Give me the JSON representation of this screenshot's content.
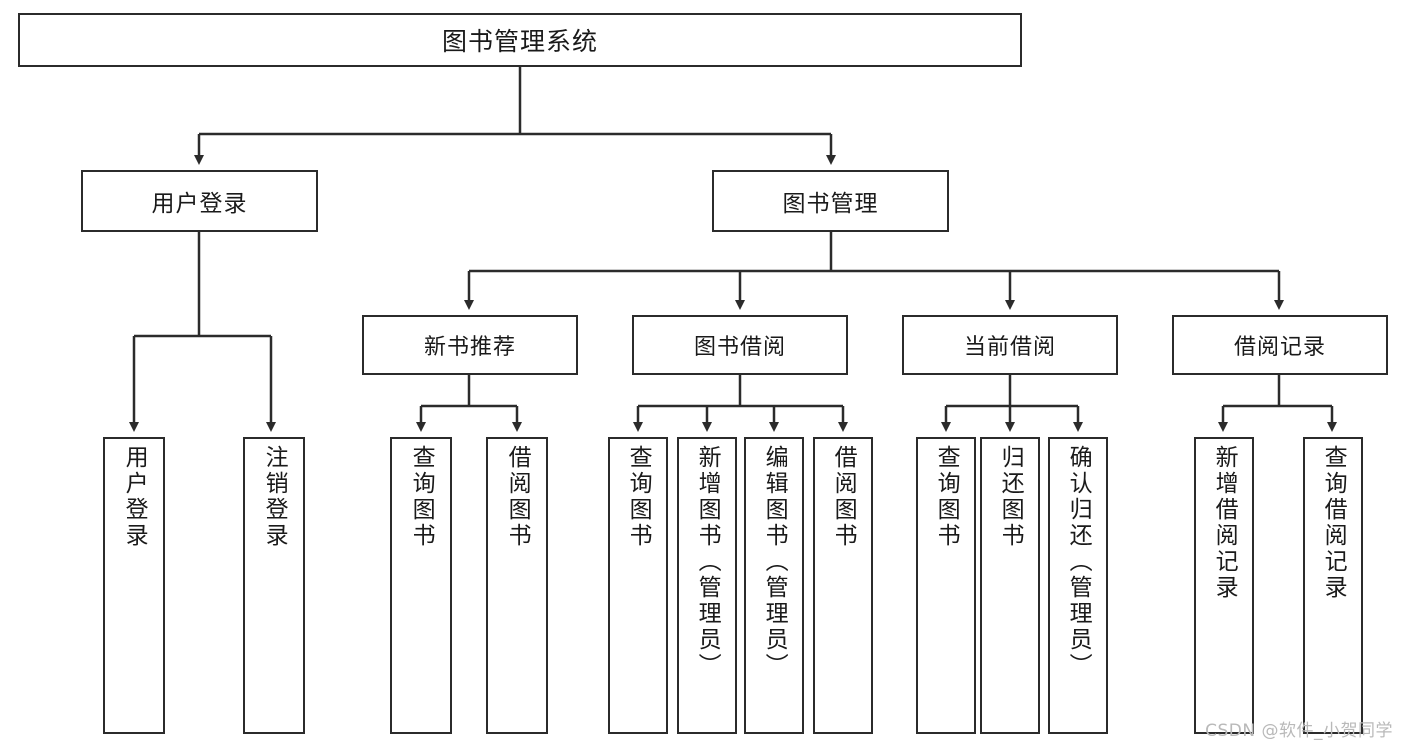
{
  "diagram": {
    "title": "图书管理系统",
    "watermark": "CSDN @软件_小贺同学",
    "stroke_color": "#2b2b2b",
    "background_color": "#ffffff",
    "text_color": "#1a1a1a",
    "watermark_color": "#b9b9b9"
  },
  "nodes": {
    "root": {
      "label": "图书管理系统"
    },
    "level1": [
      {
        "label": "用户登录"
      },
      {
        "label": "图书管理"
      }
    ],
    "level2": [
      {
        "label": "新书推荐"
      },
      {
        "label": "图书借阅"
      },
      {
        "label": "当前借阅"
      },
      {
        "label": "借阅记录"
      }
    ],
    "leaves_user_login": [
      {
        "label": "用户登录"
      },
      {
        "label": "注销登录"
      }
    ],
    "leaves_new_book": [
      {
        "label": "查询图书"
      },
      {
        "label": "借阅图书"
      }
    ],
    "leaves_borrow": [
      {
        "label": "查询图书"
      },
      {
        "label": "新增图书（管理员）"
      },
      {
        "label": "编辑图书（管理员）"
      },
      {
        "label": "借阅图书"
      }
    ],
    "leaves_current": [
      {
        "label": "查询图书"
      },
      {
        "label": "归还图书"
      },
      {
        "label": "确认归还（管理员）"
      }
    ],
    "leaves_records": [
      {
        "label": "新增借阅记录"
      },
      {
        "label": "查询借阅记录"
      }
    ]
  }
}
